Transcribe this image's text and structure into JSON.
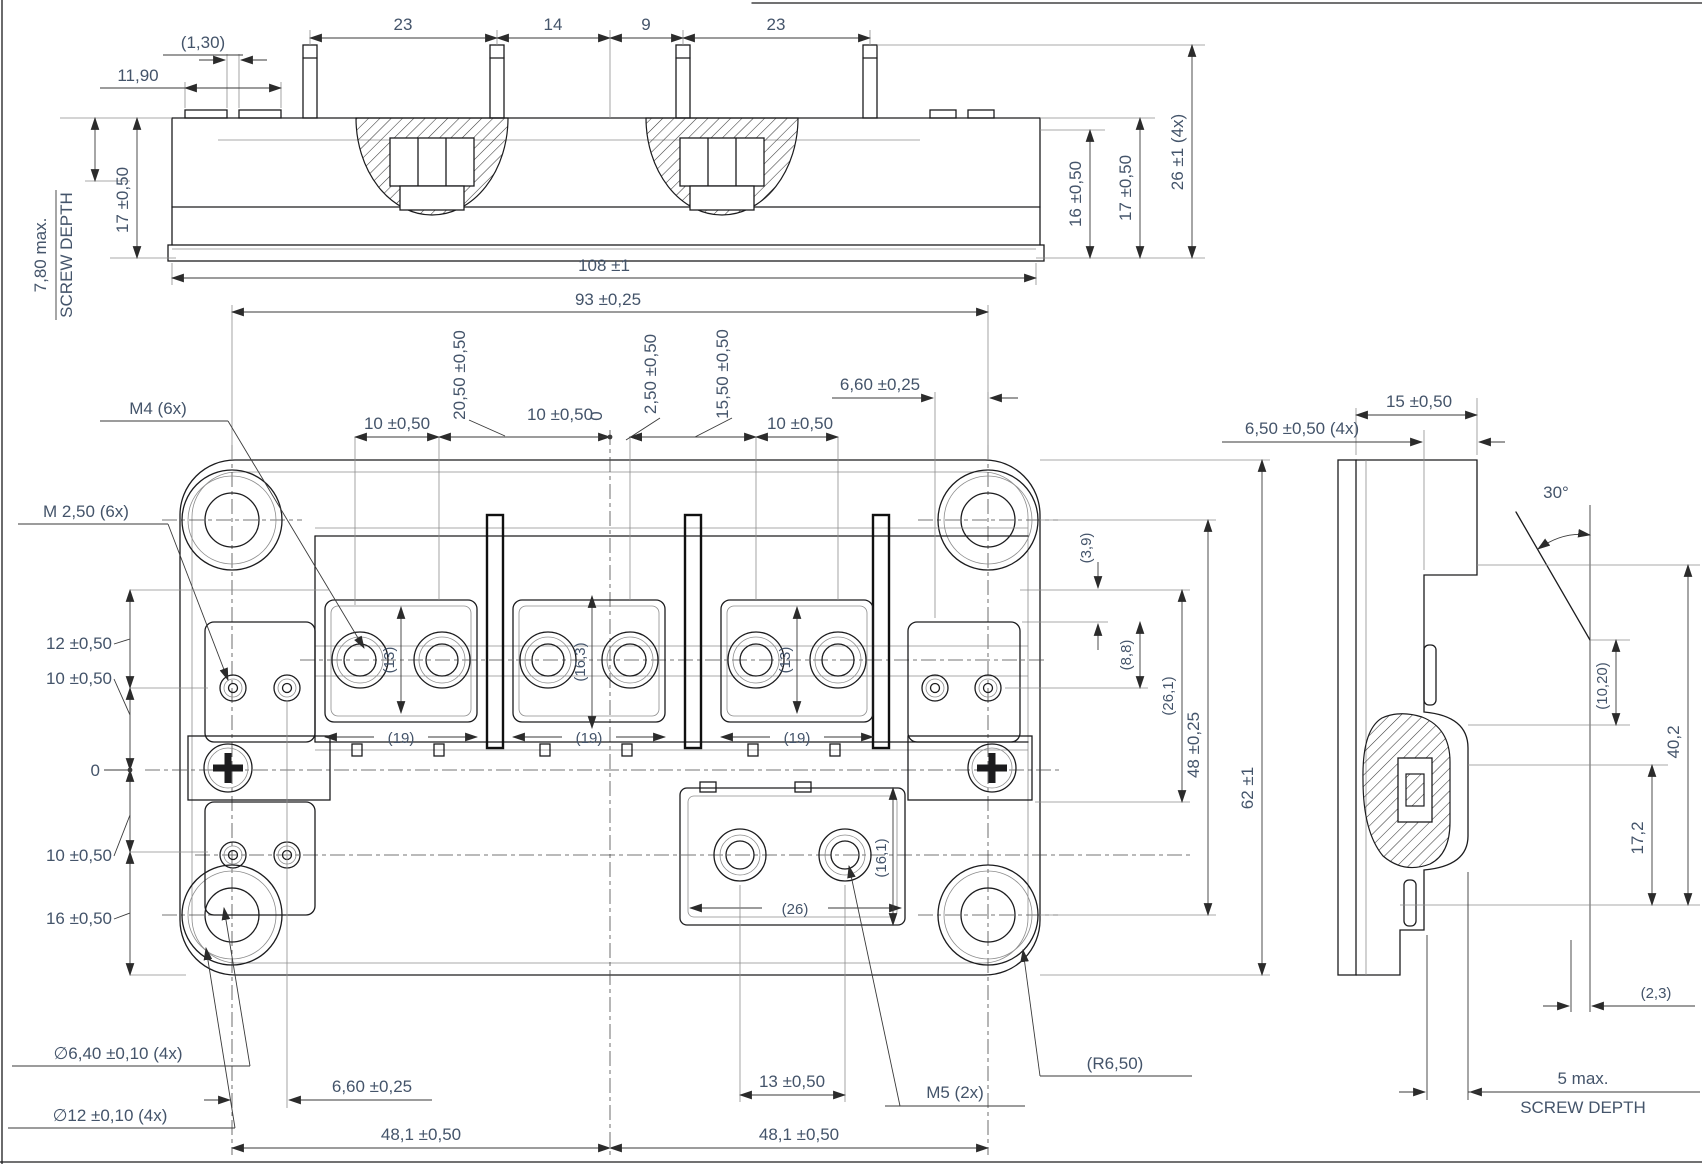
{
  "colors": {
    "dim_text": "#44546A",
    "object_line": "#1C1C1E",
    "thin_line": "#8D8D8D",
    "background": "#FFFFFF"
  },
  "top_view": {
    "pitch_left": "23",
    "pitch_mid_left": "14",
    "pitch_mid_right": "9",
    "pitch_right": "23",
    "pin_gap": "(1,30)",
    "pad_width": "11,90",
    "overall_width": "108 ±1",
    "height_16": "16 ±0,50",
    "height_17_right": "17 ±0,50",
    "height_26": "26 ±1 (4x)",
    "screw_depth_value": "7,80 max.",
    "screw_depth_label": "SCREW DEPTH",
    "height_17_left": "17 ±0,50"
  },
  "plan_view": {
    "mount_span": "93 ±0,25",
    "top_dims": {
      "d10_left": "10 ±0,50",
      "d2050": "20,50 ±0,50",
      "d10_mid": "10 ±0,50",
      "datum": "0",
      "d250": "2,50 ±0,50",
      "d1550": "15,50 ±0,50",
      "d10_right": "10 ±0,50",
      "d660": "6,60 ±0,25"
    },
    "labels": {
      "m4": "M4 (6x)",
      "m250": "M 2,50 (6x)",
      "m5": "M5 (2x)",
      "dia640": "∅6,40 ±0,10 (4x)",
      "dia12": "∅12 ±0,10 (4x)",
      "r650": "(R6,50)"
    },
    "left_dims": {
      "d12": "12 ±0,50",
      "d10_up": "10 ±0,50",
      "datum": "0",
      "d10_dn": "10 ±0,50",
      "d16": "16 ±0,50"
    },
    "bottom_dims": {
      "d660": "6,60 ±0,25",
      "d481_left": "48,1 ±0,50",
      "d481_right": "48,1 ±0,50",
      "d13": "13 ±0,50"
    },
    "ref_dims": {
      "r13_left": "(13)",
      "r13_right": "(13)",
      "r163": "(16,3)",
      "r19_1": "(19)",
      "r19_2": "(19)",
      "r19_3": "(19)",
      "r26": "(26)",
      "r161": "(16,1)",
      "r39": "(3,9)",
      "r88": "(8,8)",
      "r261": "(26,1)"
    },
    "right_dims": {
      "d48": "48 ±0,25",
      "d62": "62 ±1"
    }
  },
  "side_view": {
    "d15": "15 ±0,50",
    "d650": "6,50 ±0,50 (4x)",
    "angle": "30°",
    "r1020": "(10,20)",
    "d402": "40,2",
    "d172": "17,2",
    "r23": "(2,3)",
    "screw_depth_value": "5 max.",
    "screw_depth_label": "SCREW DEPTH"
  }
}
